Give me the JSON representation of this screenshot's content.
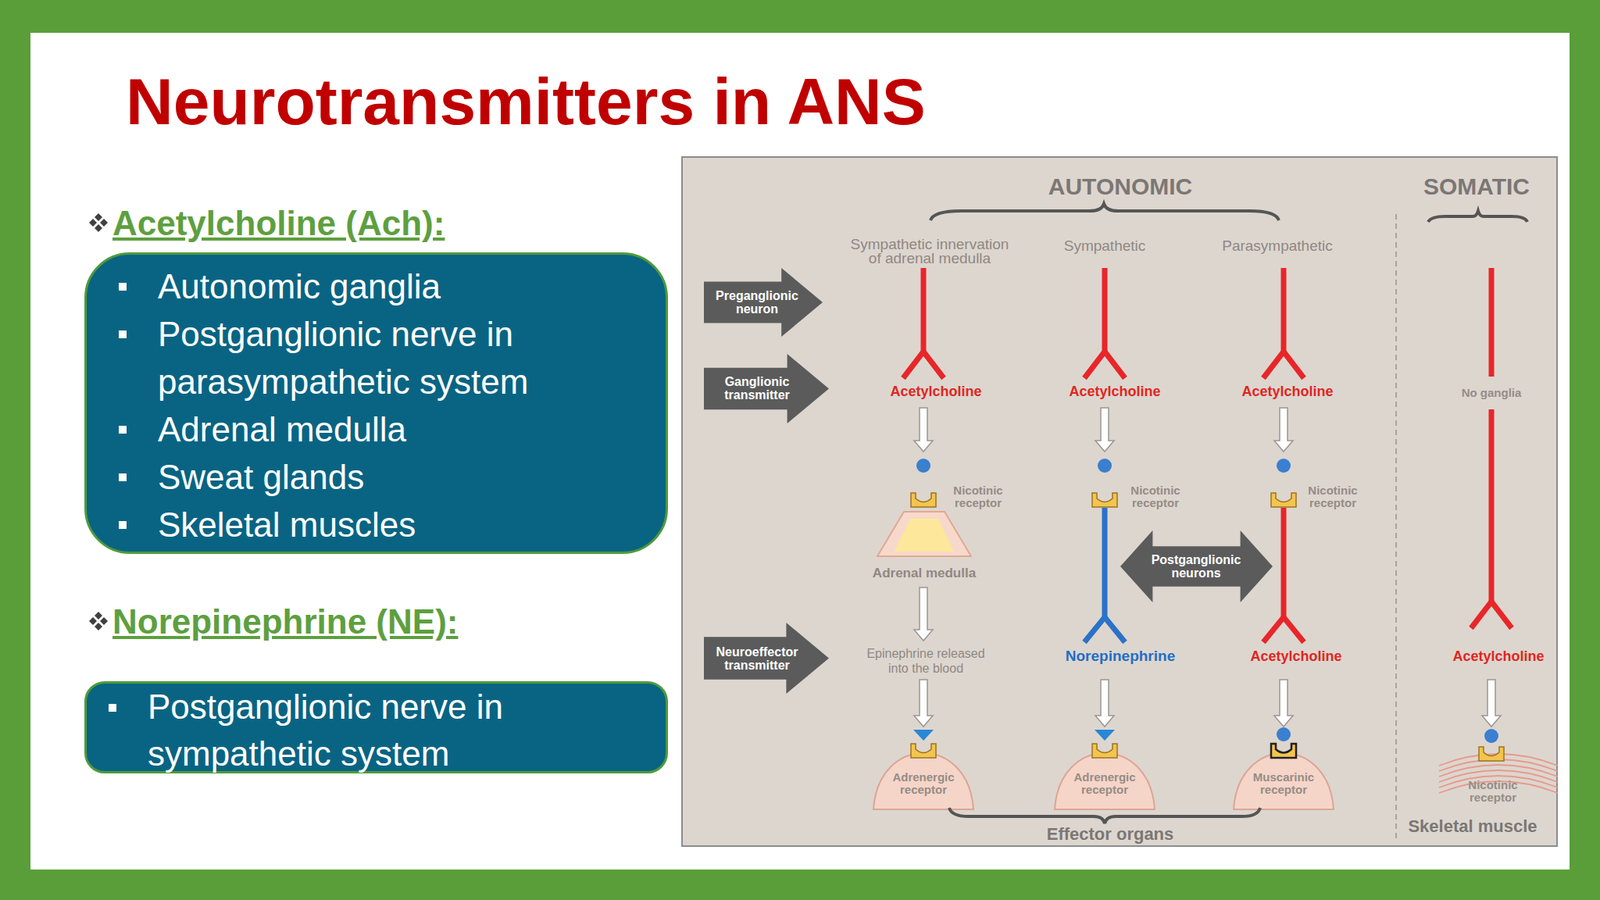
{
  "diagram": {
    "title": "Neurotransmitters in ANS",
    "nodes": [
      {
        "text": [
          "Acetylcholine (Ach):",
          "Autonomic ganglia",
          "Postganglionic nerve in parasympathetic system",
          "Adrenal medulla",
          "Sweat glands",
          "Skeletal muscles"
        ]
      },
      {
        "text": [
          "Norepinephrine (NE):",
          "Postganglionic nerve in sympathetic system"
        ]
      },
      {
        "text": [
          "AUTONOMIC",
          "SOMATIC"
        ]
      },
      {
        "text": [
          "Preganglionic neuron"
        ],
        "in": 2
      },
      {
        "text": [
          "Ganglionic transmitter"
        ],
        "in": 2
      },
      {
        "text": [
          "Adrenal medulla"
        ],
        "in": 2
      },
      {
        "text": [
          "Postganglionic neurons"
        ],
        "in": 2
      },
      {
        "text": [
          "Neuroeffector transmitter"
        ],
        "in": 2
      },
      {
        "text": [
          "Adrenergic receptor"
        ],
        "in": 2
      },
      {
        "text": [
          "Adrenergic receptor"
        ],
        "in": 2
      },
      {
        "text": [
          "Muscarinic receptor"
        ],
        "in": 2
      },
      {
        "text": [
          "Nicotinic receptor",
          "Skeletal muscle"
        ],
        "in": 2
      }
    ],
    "labels": [
      "Sympathetic innervation of adrenal medulla",
      "Sympathetic",
      "Parasympathetic",
      "Acetylcholine",
      "Acetylcholine",
      "Acetylcholine",
      "No ganglia",
      "Nicotinic receptor",
      "Nicotinic receptor",
      "Nicotinic receptor",
      "Epinephrine released into the blood",
      "Norepinephrine",
      "Acetylcholine",
      "Acetylcholine",
      "Effector organs"
    ]
  }
}
